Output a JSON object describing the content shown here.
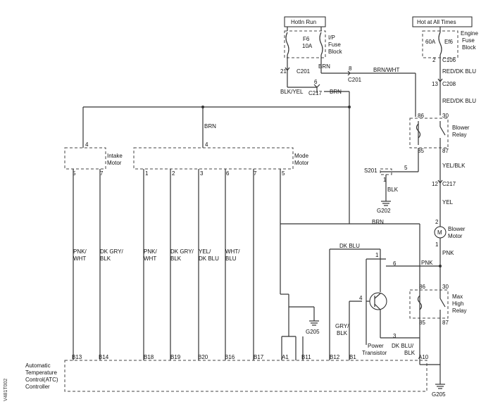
{
  "side_label": "V481T002",
  "hot_in_run": "HotIn Run",
  "hot_at_all_times": "Hot at All Times",
  "ip_fuse_block": [
    "I/P",
    "Fuse",
    "Block"
  ],
  "engine_fuse_block": [
    "Engine",
    "Fuse",
    "Block"
  ],
  "fuse_f6": [
    "F6",
    "10A"
  ],
  "fuse_ef6": [
    "60A",
    "Ef6"
  ],
  "labels": {
    "brn": "BRN",
    "brn_wht": "BRN/WHT",
    "blk_yel": "BLK/YEL",
    "red_dk_blu": "RED/DK BLU",
    "yel_blk": "YEL/BLK",
    "yel": "YEL",
    "blk": "BLK",
    "pnk": "PNK",
    "dk_blu": "DK BLU",
    "gry": "GRY/",
    "blk2": "BLK",
    "dk_blu_blk": [
      "DK BLU/",
      "BLK"
    ],
    "pnk_wht": [
      "PNK/",
      "WHT"
    ],
    "dk_gry_blk": [
      "DK GRY/",
      "BLK"
    ],
    "yel_dk_blu": [
      "YEL/",
      "DK BLU"
    ],
    "wht_blu": [
      "WHT/",
      "BLU"
    ]
  },
  "connectors": {
    "c201": "C201",
    "c217": "C217",
    "c106": "C106",
    "c208": "C208",
    "s201": "S201",
    "g202": "G202",
    "g205a": "G205",
    "g205b": "G205"
  },
  "pins": {
    "p21": "21",
    "p8": "8",
    "p6": "6",
    "p2": "2",
    "p13": "13",
    "p12": "12",
    "p86a": "86",
    "p30a": "30",
    "p85a": "85",
    "p87a": "87",
    "p86b": "86",
    "p30b": "30",
    "p85b": "85",
    "p87b": "87",
    "p5s": "5",
    "p1s": "1",
    "m2": "2",
    "m1": "1",
    "i4": "4",
    "i5": "5",
    "i7": "7",
    "m4": "4",
    "m1b": "1",
    "m2b": "2",
    "m3": "3",
    "m6": "6",
    "m7": "7",
    "m5": "5",
    "t1": "1",
    "t6": "6",
    "t4": "4",
    "t3": "3"
  },
  "components": {
    "blower_relay": [
      "Blower",
      "Relay"
    ],
    "blower_motor": [
      "Blower",
      "Motor"
    ],
    "max_high_relay": [
      "Max",
      "High",
      "Relay"
    ],
    "intake_motor": [
      "Intake",
      "Motor"
    ],
    "mode_motor": [
      "Mode",
      "Motor"
    ],
    "power_transistor": [
      "Power",
      "Transistor"
    ],
    "atc": [
      "Automatic",
      "Temperature",
      "Control(ATC)",
      "Controller"
    ],
    "motor_symbol": "M"
  },
  "atc_pins": [
    "B13",
    "B14",
    "B18",
    "B19",
    "B20",
    "B16",
    "B17",
    "A1",
    "B11",
    "B12",
    "B1",
    "A10"
  ]
}
